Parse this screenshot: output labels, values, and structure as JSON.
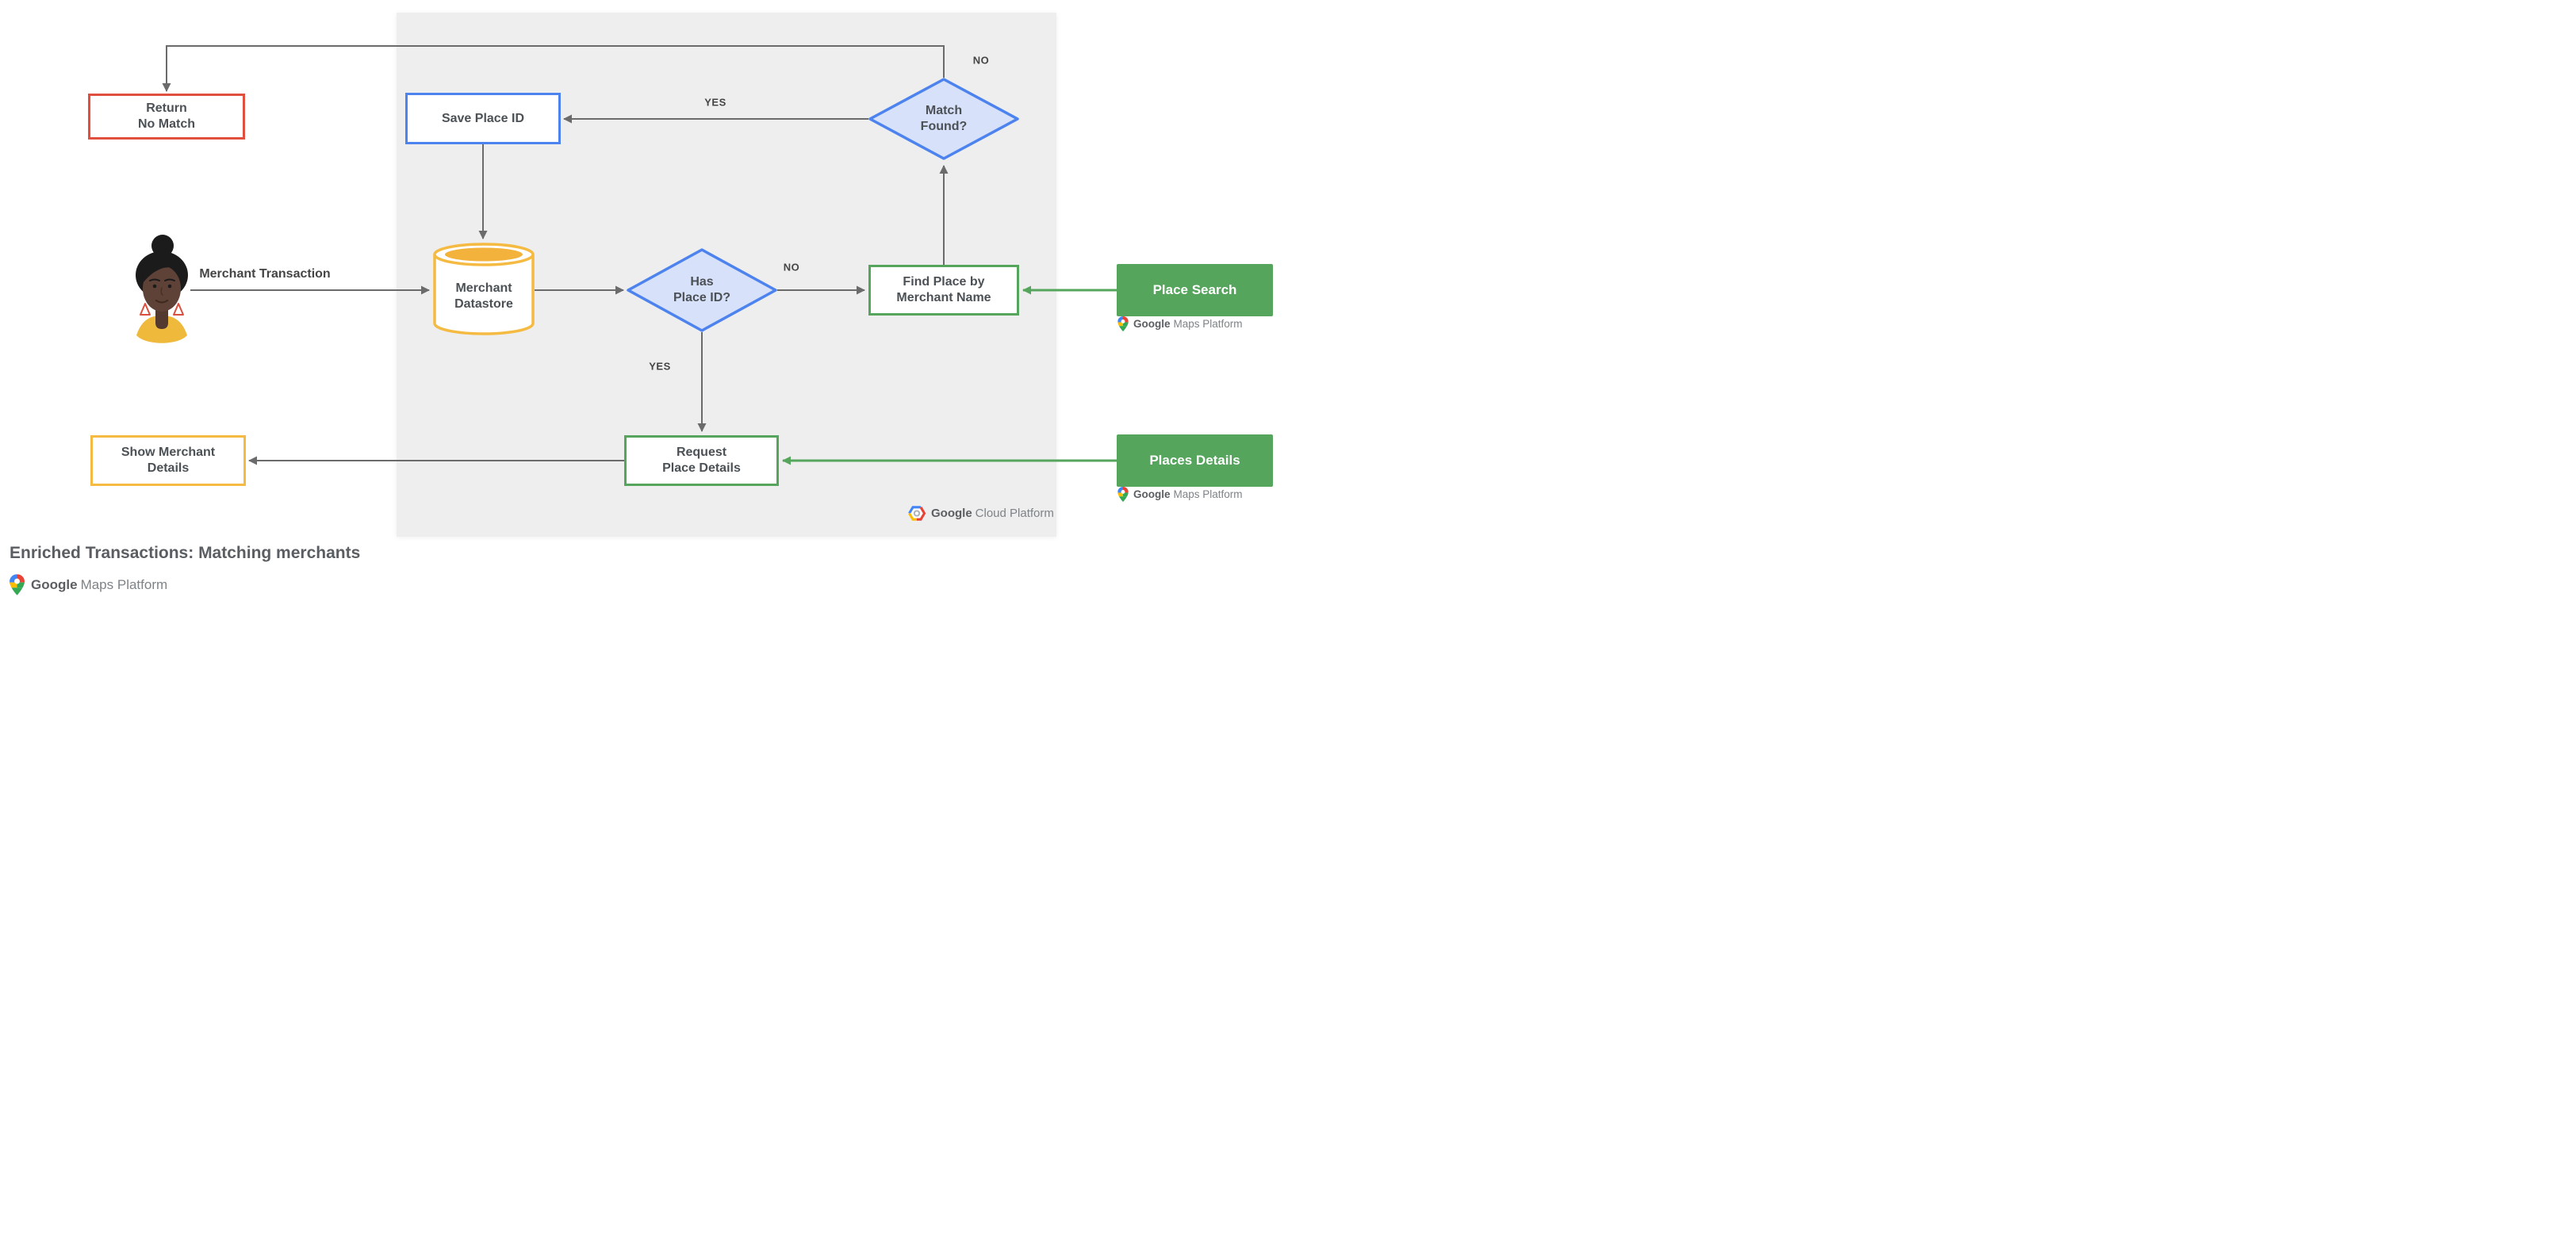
{
  "title": "Enriched Transactions: Matching merchants",
  "nodes": {
    "return_no_match": {
      "line1": "Return",
      "line2": "No Match"
    },
    "save_place_id": {
      "label": "Save Place ID"
    },
    "match_found": {
      "line1": "Match",
      "line2": "Found?"
    },
    "merchant_datastore": {
      "line1": "Merchant",
      "line2": "Datastore"
    },
    "has_place_id": {
      "line1": "Has",
      "line2": "Place ID?"
    },
    "find_place_by_merchant_name": {
      "line1": "Find Place by",
      "line2": "Merchant Name"
    },
    "request_place_details": {
      "line1": "Request",
      "line2": "Place Details"
    },
    "show_merchant_details": {
      "line1": "Show Merchant",
      "line2": "Details"
    },
    "place_search": {
      "label": "Place Search"
    },
    "places_details": {
      "label": "Places Details"
    }
  },
  "edge_labels": {
    "match_found_no": "NO",
    "match_found_yes": "YES",
    "has_place_id_no": "NO",
    "has_place_id_yes": "YES",
    "merchant_transaction": "Merchant Transaction"
  },
  "logos": {
    "google_maps_platform": {
      "google": "Google",
      "product": "Maps Platform"
    },
    "google_cloud_platform": {
      "google": "Google",
      "product": "Cloud Platform"
    }
  },
  "colors": {
    "red": "#E1503F",
    "blue": "#4D83EE",
    "blue_fill": "#D7E1F9",
    "yellow": "#F5BA41",
    "green": "#55A55C",
    "line_gray": "#6B6B6B",
    "panel_gray": "#EEEEEE",
    "node_text": "#4C5156"
  }
}
